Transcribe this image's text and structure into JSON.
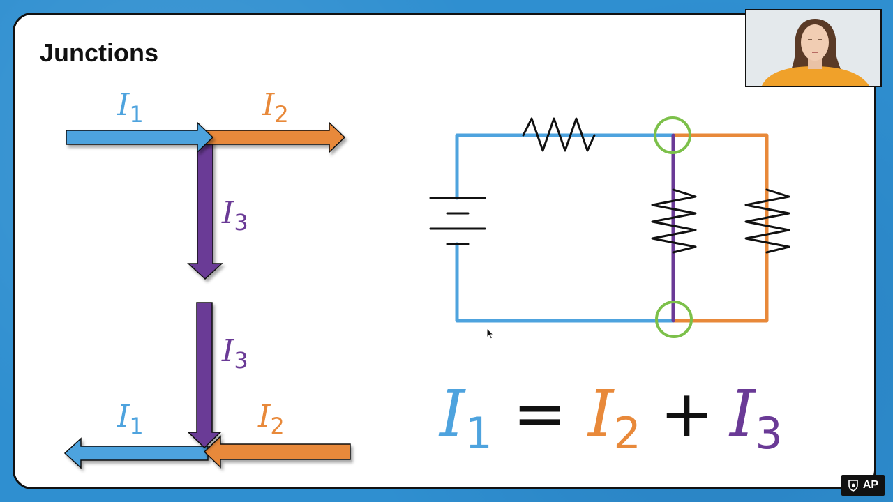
{
  "slide": {
    "title": "Junctions"
  },
  "colors": {
    "i1": "#4ea3de",
    "i2": "#e8893a",
    "i3": "#6a3a96",
    "junction": "#7cc04a",
    "resistor": "#111111"
  },
  "labels": {
    "current_symbol": "I",
    "i1_sub": "1",
    "i2_sub": "2",
    "i3_sub": "3"
  },
  "equation": {
    "lhs_symbol": "I",
    "lhs_sub": "1",
    "equals": "=",
    "term2_symbol": "I",
    "term2_sub": "2",
    "plus": "+",
    "term3_symbol": "I",
    "term3_sub": "3"
  },
  "logo": {
    "text": "AP",
    "icon": "acorn-shield-icon"
  }
}
